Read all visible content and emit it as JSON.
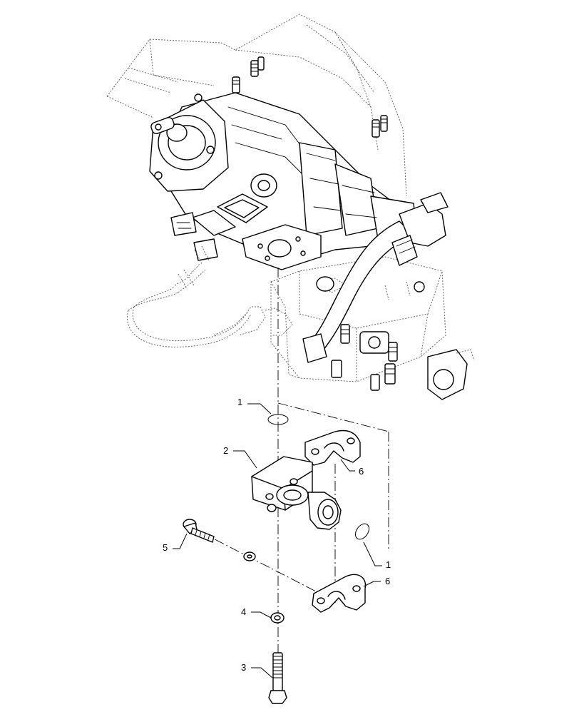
{
  "callouts": {
    "c1a": "1",
    "c2": "2",
    "c6a": "6",
    "c5": "5",
    "c1b": "1",
    "c6b": "6",
    "c4": "4",
    "c3": "3"
  },
  "colors": {
    "line": "#000000",
    "ghost": "#666666",
    "background": "#ffffff"
  }
}
